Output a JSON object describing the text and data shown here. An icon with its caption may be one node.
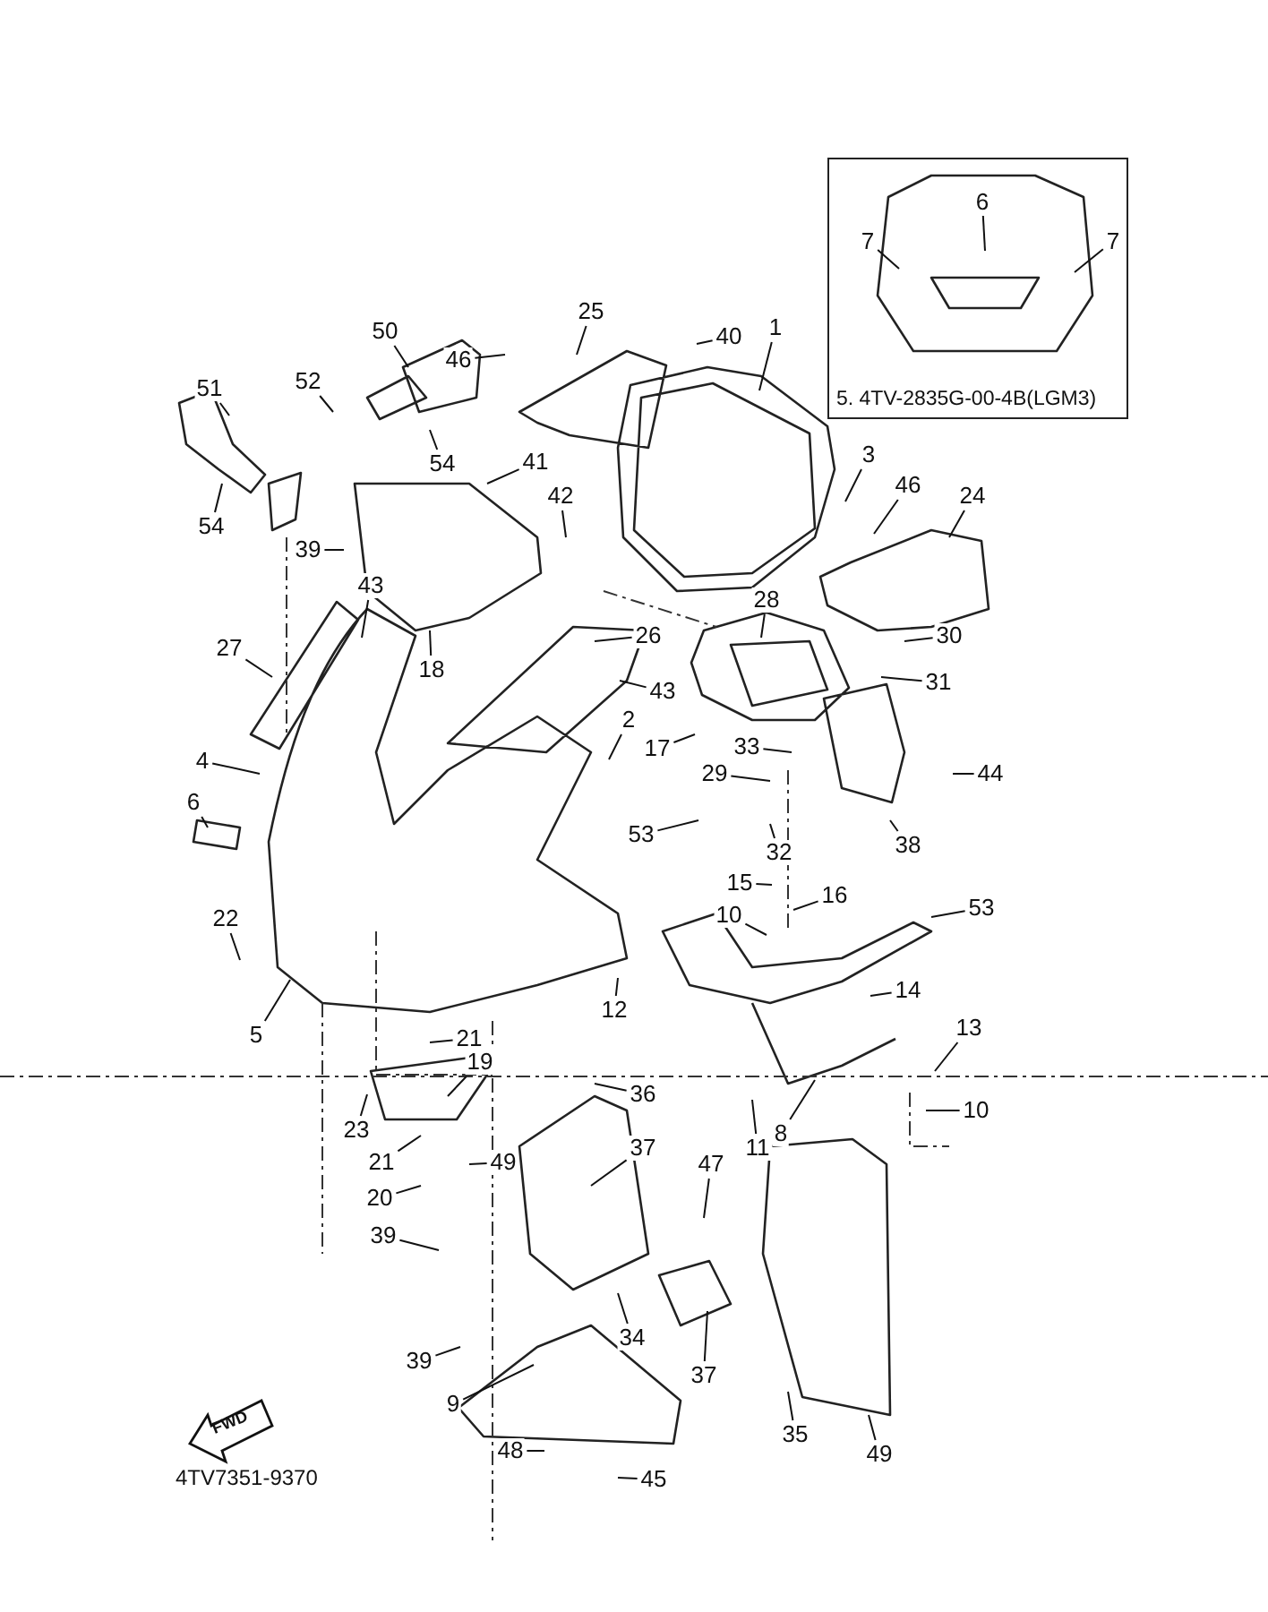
{
  "diagram": {
    "nodes": [
      {
        "text": [
          "5. 4TV-2835G-00-4B(LGM3)"
        ]
      },
      {
        "text": [
          "6"
        ],
        "in": 0
      },
      {
        "text": [
          "7"
        ],
        "in": 0
      },
      {
        "text": [
          "7"
        ],
        "in": 0
      },
      {
        "text": [
          "25"
        ]
      },
      {
        "text": [
          "1"
        ]
      },
      {
        "text": [
          "50"
        ]
      },
      {
        "text": [
          "40"
        ]
      },
      {
        "text": [
          "46"
        ]
      },
      {
        "text": [
          "52"
        ]
      },
      {
        "text": [
          "51"
        ]
      },
      {
        "text": [
          "54"
        ]
      },
      {
        "text": [
          "3"
        ]
      },
      {
        "text": [
          "41"
        ]
      },
      {
        "text": [
          "46"
        ]
      },
      {
        "text": [
          "24"
        ]
      },
      {
        "text": [
          "42"
        ]
      },
      {
        "text": [
          "54"
        ]
      },
      {
        "text": [
          "39"
        ]
      },
      {
        "text": [
          "43"
        ]
      },
      {
        "text": [
          "28"
        ]
      },
      {
        "text": [
          "30"
        ]
      },
      {
        "text": [
          "26"
        ]
      },
      {
        "text": [
          "27"
        ]
      },
      {
        "text": [
          "18"
        ]
      },
      {
        "text": [
          "31"
        ]
      },
      {
        "text": [
          "43"
        ]
      },
      {
        "text": [
          "2"
        ]
      },
      {
        "text": [
          "33"
        ]
      },
      {
        "text": [
          "17"
        ]
      },
      {
        "text": [
          "4"
        ]
      },
      {
        "text": [
          "29"
        ]
      },
      {
        "text": [
          "44"
        ]
      },
      {
        "text": [
          "6"
        ]
      },
      {
        "text": [
          "53"
        ]
      },
      {
        "text": [
          "38"
        ]
      },
      {
        "text": [
          "32"
        ]
      },
      {
        "text": [
          "15"
        ]
      },
      {
        "text": [
          "16"
        ]
      },
      {
        "text": [
          "53"
        ]
      },
      {
        "text": [
          "10"
        ]
      },
      {
        "text": [
          "22"
        ]
      },
      {
        "text": [
          "14"
        ]
      },
      {
        "text": [
          "12"
        ]
      },
      {
        "text": [
          "13"
        ]
      },
      {
        "text": [
          "5"
        ]
      },
      {
        "text": [
          "21"
        ]
      },
      {
        "text": [
          "19"
        ]
      },
      {
        "text": [
          "36"
        ]
      },
      {
        "text": [
          "10"
        ]
      },
      {
        "text": [
          "23"
        ]
      },
      {
        "text": [
          "8"
        ]
      },
      {
        "text": [
          "11"
        ]
      },
      {
        "text": [
          "37"
        ]
      },
      {
        "text": [
          "21"
        ]
      },
      {
        "text": [
          "49"
        ]
      },
      {
        "text": [
          "47"
        ]
      },
      {
        "text": [
          "20"
        ]
      },
      {
        "text": [
          "39"
        ]
      },
      {
        "text": [
          "34"
        ]
      },
      {
        "text": [
          "39"
        ]
      },
      {
        "text": [
          "37"
        ]
      },
      {
        "text": [
          "9"
        ]
      },
      {
        "text": [
          "35"
        ]
      },
      {
        "text": [
          "49"
        ]
      },
      {
        "text": [
          "48"
        ]
      },
      {
        "text": [
          "45"
        ]
      }
    ],
    "edges": [
      {
        "from": 1,
        "to": null,
        "arrow": "none"
      },
      {
        "from": 2,
        "to": null,
        "arrow": "none"
      },
      {
        "from": 3,
        "to": null,
        "arrow": "none"
      },
      {
        "from": 4,
        "to": null,
        "arrow": "none"
      },
      {
        "from": 5,
        "to": null,
        "arrow": "none"
      },
      {
        "from": 6,
        "to": null,
        "arrow": "none"
      },
      {
        "from": 7,
        "to": null,
        "arrow": "none"
      },
      {
        "from": 8,
        "to": null,
        "arrow": "none"
      },
      {
        "from": 9,
        "to": null,
        "arrow": "none"
      },
      {
        "from": 10,
        "to": null,
        "arrow": "none"
      },
      {
        "from": 11,
        "to": null,
        "arrow": "none"
      },
      {
        "from": 12,
        "to": null,
        "arrow": "none"
      },
      {
        "from": 13,
        "to": null,
        "arrow": "none"
      },
      {
        "from": 14,
        "to": null,
        "arrow": "none"
      },
      {
        "from": 15,
        "to": null,
        "arrow": "none"
      },
      {
        "from": 16,
        "to": null,
        "arrow": "none"
      },
      {
        "from": 17,
        "to": null,
        "arrow": "none"
      },
      {
        "from": 18,
        "to": null,
        "arrow": "none"
      },
      {
        "from": 19,
        "to": null,
        "arrow": "none"
      },
      {
        "from": 20,
        "to": null,
        "arrow": "none"
      },
      {
        "from": 21,
        "to": null,
        "arrow": "none"
      },
      {
        "from": 22,
        "to": null,
        "arrow": "none"
      },
      {
        "from": 23,
        "to": null,
        "arrow": "none"
      },
      {
        "from": 24,
        "to": null,
        "arrow": "none"
      },
      {
        "from": 25,
        "to": null,
        "arrow": "none"
      },
      {
        "from": 26,
        "to": null,
        "arrow": "none"
      },
      {
        "from": 27,
        "to": null,
        "arrow": "none"
      },
      {
        "from": 28,
        "to": null,
        "arrow": "none"
      },
      {
        "from": 29,
        "to": null,
        "arrow": "none"
      },
      {
        "from": 30,
        "to": null,
        "arrow": "none"
      },
      {
        "from": 31,
        "to": null,
        "arrow": "none"
      },
      {
        "from": 32,
        "to": null,
        "arrow": "none"
      },
      {
        "from": 33,
        "to": null,
        "arrow": "none"
      },
      {
        "from": 34,
        "to": null,
        "arrow": "none"
      },
      {
        "from": 35,
        "to": null,
        "arrow": "none"
      },
      {
        "from": 36,
        "to": null,
        "arrow": "none"
      },
      {
        "from": 37,
        "to": null,
        "arrow": "none"
      },
      {
        "from": 38,
        "to": null,
        "arrow": "none"
      },
      {
        "from": 39,
        "to": null,
        "arrow": "none"
      },
      {
        "from": 40,
        "to": null,
        "arrow": "none"
      },
      {
        "from": 41,
        "to": null,
        "arrow": "none"
      },
      {
        "from": 42,
        "to": null,
        "arrow": "none"
      },
      {
        "from": 43,
        "to": null,
        "arrow": "none"
      },
      {
        "from": 44,
        "to": null,
        "arrow": "none"
      },
      {
        "from": 45,
        "to": null,
        "arrow": "none"
      },
      {
        "from": 46,
        "to": null,
        "arrow": "none"
      },
      {
        "from": 47,
        "to": null,
        "arrow": "none"
      },
      {
        "from": 48,
        "to": null,
        "arrow": "none"
      },
      {
        "from": 49,
        "to": null,
        "arrow": "none"
      },
      {
        "from": 50,
        "to": null,
        "arrow": "none"
      },
      {
        "from": 51,
        "to": null,
        "arrow": "none"
      },
      {
        "from": 52,
        "to": null,
        "arrow": "none"
      },
      {
        "from": 53,
        "to": null,
        "arrow": "none"
      },
      {
        "from": 54,
        "to": null,
        "arrow": "none"
      },
      {
        "from": 55,
        "to": null,
        "arrow": "none"
      },
      {
        "from": 56,
        "to": null,
        "arrow": "none"
      },
      {
        "from": 57,
        "to": null,
        "arrow": "none"
      },
      {
        "from": 58,
        "to": null,
        "arrow": "none"
      },
      {
        "from": 59,
        "to": null,
        "arrow": "none"
      },
      {
        "from": 60,
        "to": null,
        "arrow": "none"
      },
      {
        "from": 61,
        "to": null,
        "arrow": "none"
      },
      {
        "from": 62,
        "to": null,
        "arrow": "none"
      },
      {
        "from": 63,
        "to": null,
        "arrow": "none"
      },
      {
        "from": 64,
        "to": null,
        "arrow": "none"
      },
      {
        "from": 65,
        "to": null,
        "arrow": "none"
      },
      {
        "from": 66,
        "to": null,
        "arrow": "none"
      }
    ],
    "labels": [
      "FWD",
      "4TV7351-9370"
    ]
  }
}
